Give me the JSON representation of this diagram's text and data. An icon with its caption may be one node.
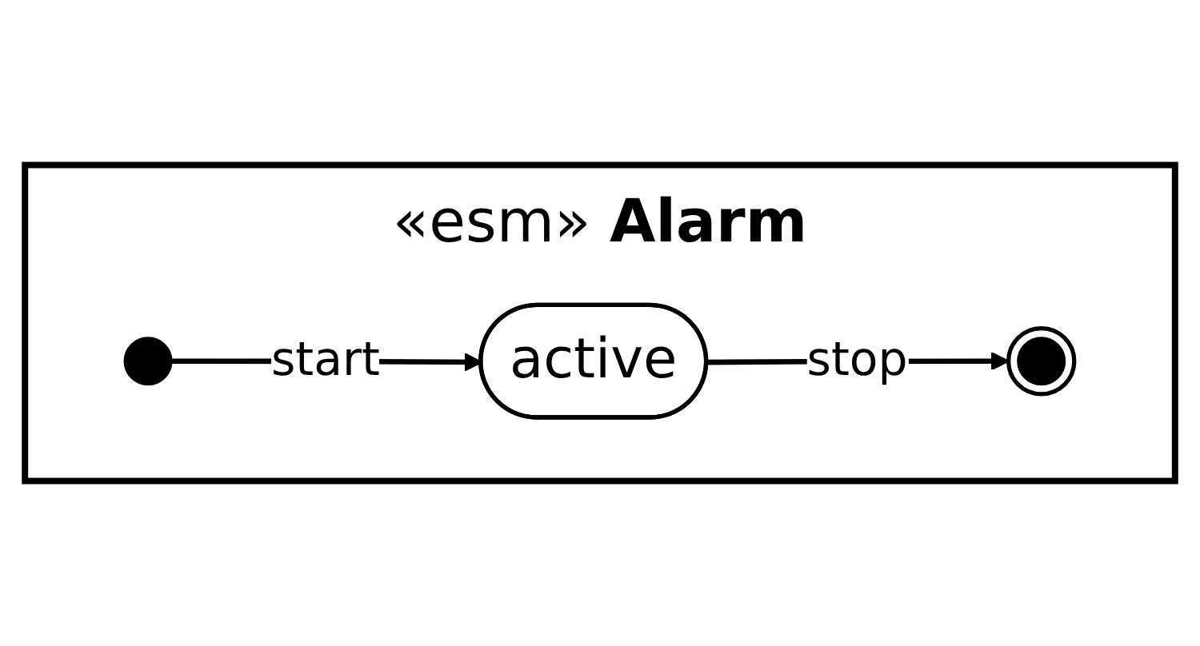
{
  "diagram": {
    "nodes": [
      {
        "text": [
          "«esm»",
          "Alarm"
        ]
      },
      {
        "text": [],
        "shape": "circle",
        "in": 0
      },
      {
        "text": [
          "active"
        ],
        "in": 0
      },
      {
        "text": [],
        "shape": "circle",
        "in": 0
      }
    ],
    "edges": [
      {
        "from": 1,
        "to": 2,
        "arrow": "to",
        "label": "start"
      },
      {
        "from": 2,
        "to": 3,
        "arrow": "to",
        "label": "stop"
      }
    ]
  }
}
